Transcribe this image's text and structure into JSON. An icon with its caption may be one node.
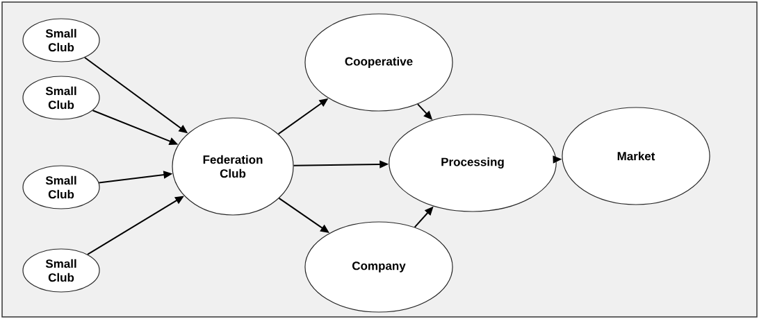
{
  "diagram": {
    "nodes": [
      {
        "text": [
          "Small Club"
        ]
      },
      {
        "text": [
          "Small Club"
        ]
      },
      {
        "text": [
          "Small Club"
        ]
      },
      {
        "text": [
          "Small Club"
        ]
      },
      {
        "text": [
          "Federation Club"
        ]
      },
      {
        "text": [
          "Cooperative"
        ]
      },
      {
        "text": [
          "Processing"
        ]
      },
      {
        "text": [
          "Company"
        ]
      },
      {
        "text": [
          "Market"
        ]
      }
    ],
    "edges": [
      {
        "from": 0,
        "to": 4,
        "arrow": "to"
      },
      {
        "from": 1,
        "to": 4,
        "arrow": "to"
      },
      {
        "from": 2,
        "to": 4,
        "arrow": "to"
      },
      {
        "from": 3,
        "to": 4,
        "arrow": "to"
      },
      {
        "from": 4,
        "to": 5,
        "arrow": "to"
      },
      {
        "from": 4,
        "to": 6,
        "arrow": "to"
      },
      {
        "from": 4,
        "to": 7,
        "arrow": "to"
      },
      {
        "from": 5,
        "to": 6,
        "arrow": "to"
      },
      {
        "from": 7,
        "to": 6,
        "arrow": "to"
      },
      {
        "from": 6,
        "to": 8,
        "arrow": "to"
      }
    ]
  }
}
